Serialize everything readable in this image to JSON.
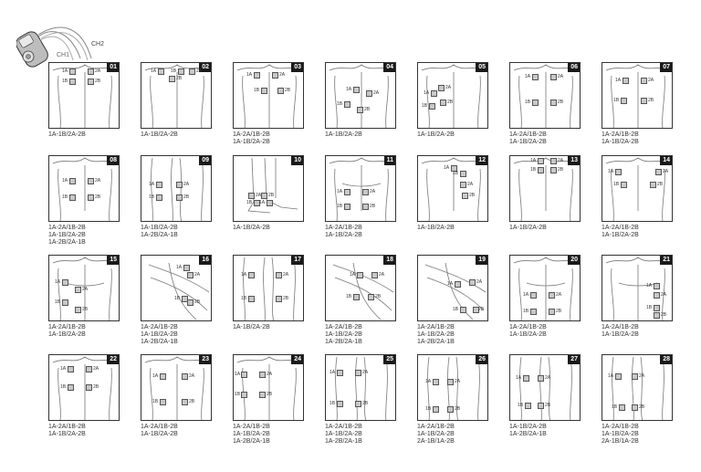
{
  "device": {
    "ch1_label": "CH1",
    "ch2_label": "CH2"
  },
  "panels": [
    {
      "num": "01",
      "captions": [
        "1A-1B/2A-2B"
      ],
      "pads": [
        "1A",
        "2A",
        "1B",
        "2B"
      ]
    },
    {
      "num": "02",
      "captions": [
        "1A-1B/2A-2B"
      ],
      "pads": [
        "1A",
        "1B",
        "2B",
        "2A"
      ]
    },
    {
      "num": "03",
      "captions": [
        "1A-2A/1B-2B",
        "1A-1B/2A-2B"
      ],
      "pads": [
        "1A",
        "2A",
        "1B",
        "2B"
      ]
    },
    {
      "num": "04",
      "captions": [
        "1A-1B/2A-2B"
      ],
      "pads": [
        "1A",
        "2A",
        "1B",
        "2B"
      ]
    },
    {
      "num": "05",
      "captions": [
        "1A-1B/2A-2B"
      ],
      "pads": [
        "1A",
        "2A",
        "1B",
        "2B"
      ]
    },
    {
      "num": "06",
      "captions": [
        "1A-2A/1B-2B",
        "1A-1B/2A-2B"
      ],
      "pads": [
        "1A",
        "2A",
        "1B",
        "2B"
      ]
    },
    {
      "num": "07",
      "captions": [
        "1A-2A/1B-2B",
        "1A-1B/2A-2B"
      ],
      "pads": [
        "1A",
        "2A",
        "1B",
        "2B"
      ]
    },
    {
      "num": "08",
      "captions": [
        "1A-2A/1B-2B",
        "1A-1B/2A-2B",
        "1A-2B/2A-1B"
      ],
      "pads": [
        "1A",
        "2A",
        "1B",
        "2B"
      ]
    },
    {
      "num": "09",
      "captions": [
        "1A-1B/2A-2B",
        "1A-2B/2A-1B"
      ],
      "pads": [
        "1A",
        "2A",
        "1B",
        "2B"
      ]
    },
    {
      "num": "10",
      "captions": [
        "1A-1B/2A-2B"
      ],
      "pads": [
        "2A",
        "2B",
        "1B",
        "1A"
      ]
    },
    {
      "num": "11",
      "captions": [
        "1A-2A/1B-2B",
        "1A-1B/2A-2B"
      ],
      "pads": [
        "1A",
        "2A",
        "1B",
        "2B"
      ]
    },
    {
      "num": "12",
      "captions": [
        "1A-1B/2A-2B"
      ],
      "pads": [
        "1A",
        "1B",
        "2A",
        "2B"
      ]
    },
    {
      "num": "13",
      "captions": [
        "1A-1B/2A-2B"
      ],
      "pads": [
        "1A",
        "2A",
        "1B",
        "2B"
      ]
    },
    {
      "num": "14",
      "captions": [
        "1A-2A/1B-2B",
        "1A-1B/2A-2B"
      ],
      "pads": [
        "1A",
        "2A",
        "1B",
        "2B"
      ]
    },
    {
      "num": "15",
      "captions": [
        "1A-2A/1B-2B",
        "1A-1B/2A-2B"
      ],
      "pads": [
        "1A",
        "2A",
        "1B",
        "2B"
      ]
    },
    {
      "num": "16",
      "captions": [
        "1A-2A/1B-2B",
        "1A-1B/2A-2B",
        "1A-2B/2A-1B"
      ],
      "pads": [
        "1A",
        "2A",
        "1B",
        "2B"
      ]
    },
    {
      "num": "17",
      "captions": [
        "1A-1B/2A-2B"
      ],
      "pads": [
        "1A",
        "2A",
        "1B",
        "2B"
      ]
    },
    {
      "num": "18",
      "captions": [
        "1A-2A/1B-2B",
        "1A-1B/2A-2B",
        "1A-2B/2A-1B"
      ],
      "pads": [
        "1A",
        "2A",
        "1B",
        "2B"
      ]
    },
    {
      "num": "19",
      "captions": [
        "1A-2A/1B-2B",
        "1A-1B/2A-2B",
        "1A-2B/2A-1B"
      ],
      "pads": [
        "1A",
        "2A",
        "1B",
        "2B"
      ]
    },
    {
      "num": "20",
      "captions": [
        "1A-2A/1B-2B",
        "1A-1B/2A-2B"
      ],
      "pads": [
        "1A",
        "2A",
        "1B",
        "2B"
      ]
    },
    {
      "num": "21",
      "captions": [
        "1A-2A/1B-2B",
        "1A-1B/2A-2B"
      ],
      "pads": [
        "1A",
        "2A",
        "1B",
        "2B"
      ]
    },
    {
      "num": "22",
      "captions": [
        "1A-2A/1B-2B",
        "1A-1B/2A-2B"
      ],
      "pads": [
        "1A",
        "2A",
        "1B",
        "2B"
      ]
    },
    {
      "num": "23",
      "captions": [
        "1A-2A/1B-2B",
        "1A-1B/2A-2B"
      ],
      "pads": [
        "1A",
        "2A",
        "1B",
        "2B"
      ]
    },
    {
      "num": "24",
      "captions": [
        "1A-2A/1B-2B",
        "1A-1B/2A-2B",
        "1A-2B/2A-1B"
      ],
      "pads": [
        "1A",
        "2A",
        "1B",
        "2B"
      ]
    },
    {
      "num": "25",
      "captions": [
        "1A-2A/1B-2B",
        "1A-1B/2A-2B",
        "1A-2B/2A-1B"
      ],
      "pads": [
        "1A",
        "2A",
        "1B",
        "2B"
      ]
    },
    {
      "num": "26",
      "captions": [
        "1A-2A/1B-2B",
        "1A-1B/2A-2B",
        "2A-1B/1A-2B"
      ],
      "pads": [
        "1A",
        "2A",
        "1B",
        "2B"
      ]
    },
    {
      "num": "27",
      "captions": [
        "1A-1B/2A-2B",
        "1A-2B/2A-1B"
      ],
      "pads": [
        "1A",
        "2A",
        "1B",
        "2B"
      ]
    },
    {
      "num": "28",
      "captions": [
        "1A-2A/1B-2B",
        "1A-1B/2A-2B",
        "2A-1B/1A-2B"
      ],
      "pads": [
        "1A",
        "2A",
        "1B",
        "2B"
      ]
    }
  ]
}
